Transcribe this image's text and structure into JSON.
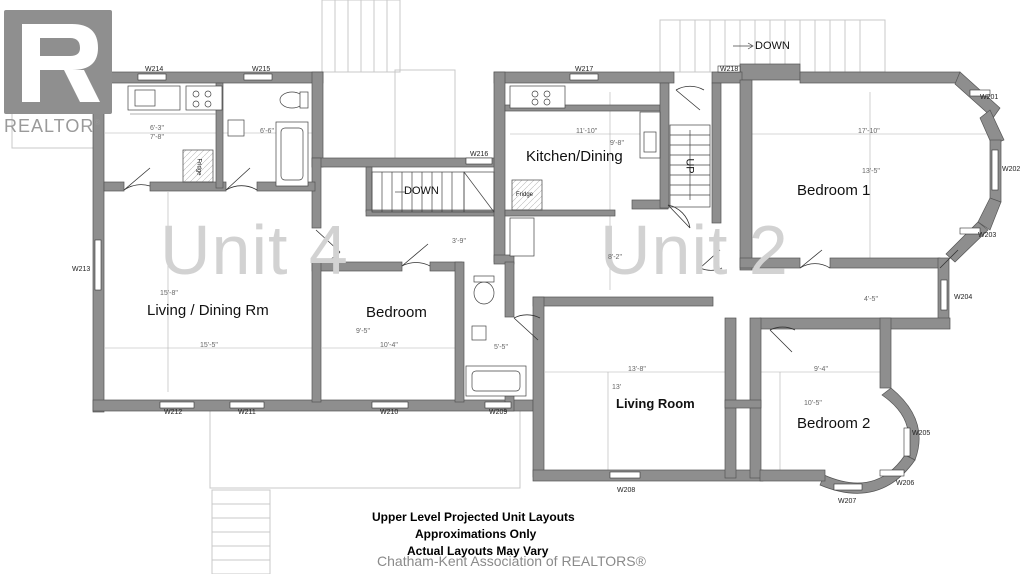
{
  "watermark": {
    "logo_text": "REALTOR",
    "registered_mark": "®"
  },
  "units": [
    "Unit 4",
    "Unit 2"
  ],
  "rooms": {
    "living_dining": "Living / Dining Rm",
    "bedroom": "Bedroom",
    "kitchen_dining": "Kitchen/Dining",
    "bedroom1": "Bedroom 1",
    "bedroom2": "Bedroom 2",
    "living_room": "Living Room"
  },
  "stairs": {
    "down1": "DOWN",
    "down2": "DOWN",
    "up": "UP"
  },
  "fixtures": {
    "fridge1": "Fridge",
    "fridge2": "Fridge"
  },
  "windows": [
    "W214",
    "W215",
    "W217",
    "W218",
    "W216",
    "W213",
    "W212",
    "W211",
    "W210",
    "W209",
    "W208",
    "W207",
    "W206",
    "W205",
    "W204",
    "W203",
    "W202",
    "W201"
  ],
  "dimensions": [
    "6'-3\"",
    "7'-8\"",
    "6'-6\"",
    "11'-10\"",
    "9'-8\"",
    "17'-10\"",
    "13'-5\"",
    "15'-8\"",
    "15'-5\"",
    "9'-5\"",
    "10'-4\"",
    "3'-9\"",
    "5'-5\"",
    "8'-2\"",
    "4'-5\"",
    "13'-8\"",
    "13'",
    "9'-4\"",
    "10'-5\""
  ],
  "notes": {
    "line1": "Upper Level Projected Unit  Layouts",
    "line2": "Approximations Only",
    "line3": "Actual Layouts May Vary"
  },
  "footer": "Chatham-Kent Association of REALTORS®"
}
